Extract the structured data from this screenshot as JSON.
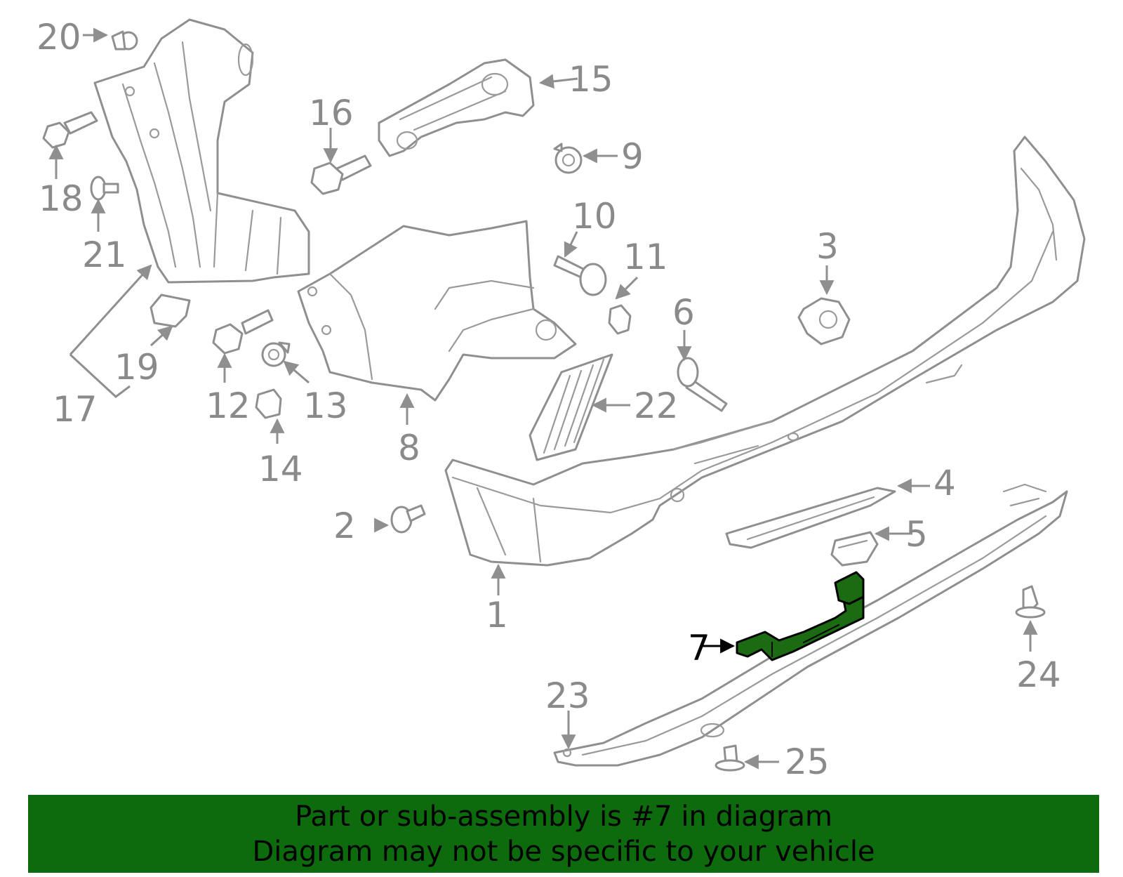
{
  "diagram": {
    "highlighted_part": "7",
    "callouts": [
      "1",
      "2",
      "3",
      "4",
      "5",
      "6",
      "7",
      "8",
      "9",
      "10",
      "11",
      "12",
      "13",
      "14",
      "15",
      "16",
      "17",
      "18",
      "19",
      "20",
      "21",
      "22",
      "23",
      "24",
      "25"
    ]
  },
  "banner": {
    "line1": "Part or sub-assembly is #7 in diagram",
    "line2": "Diagram may not be specific to your vehicle"
  },
  "colors": {
    "highlight": "#1a6b12",
    "banner": "#0d6b0d",
    "line_art": "#8f8f8f"
  }
}
